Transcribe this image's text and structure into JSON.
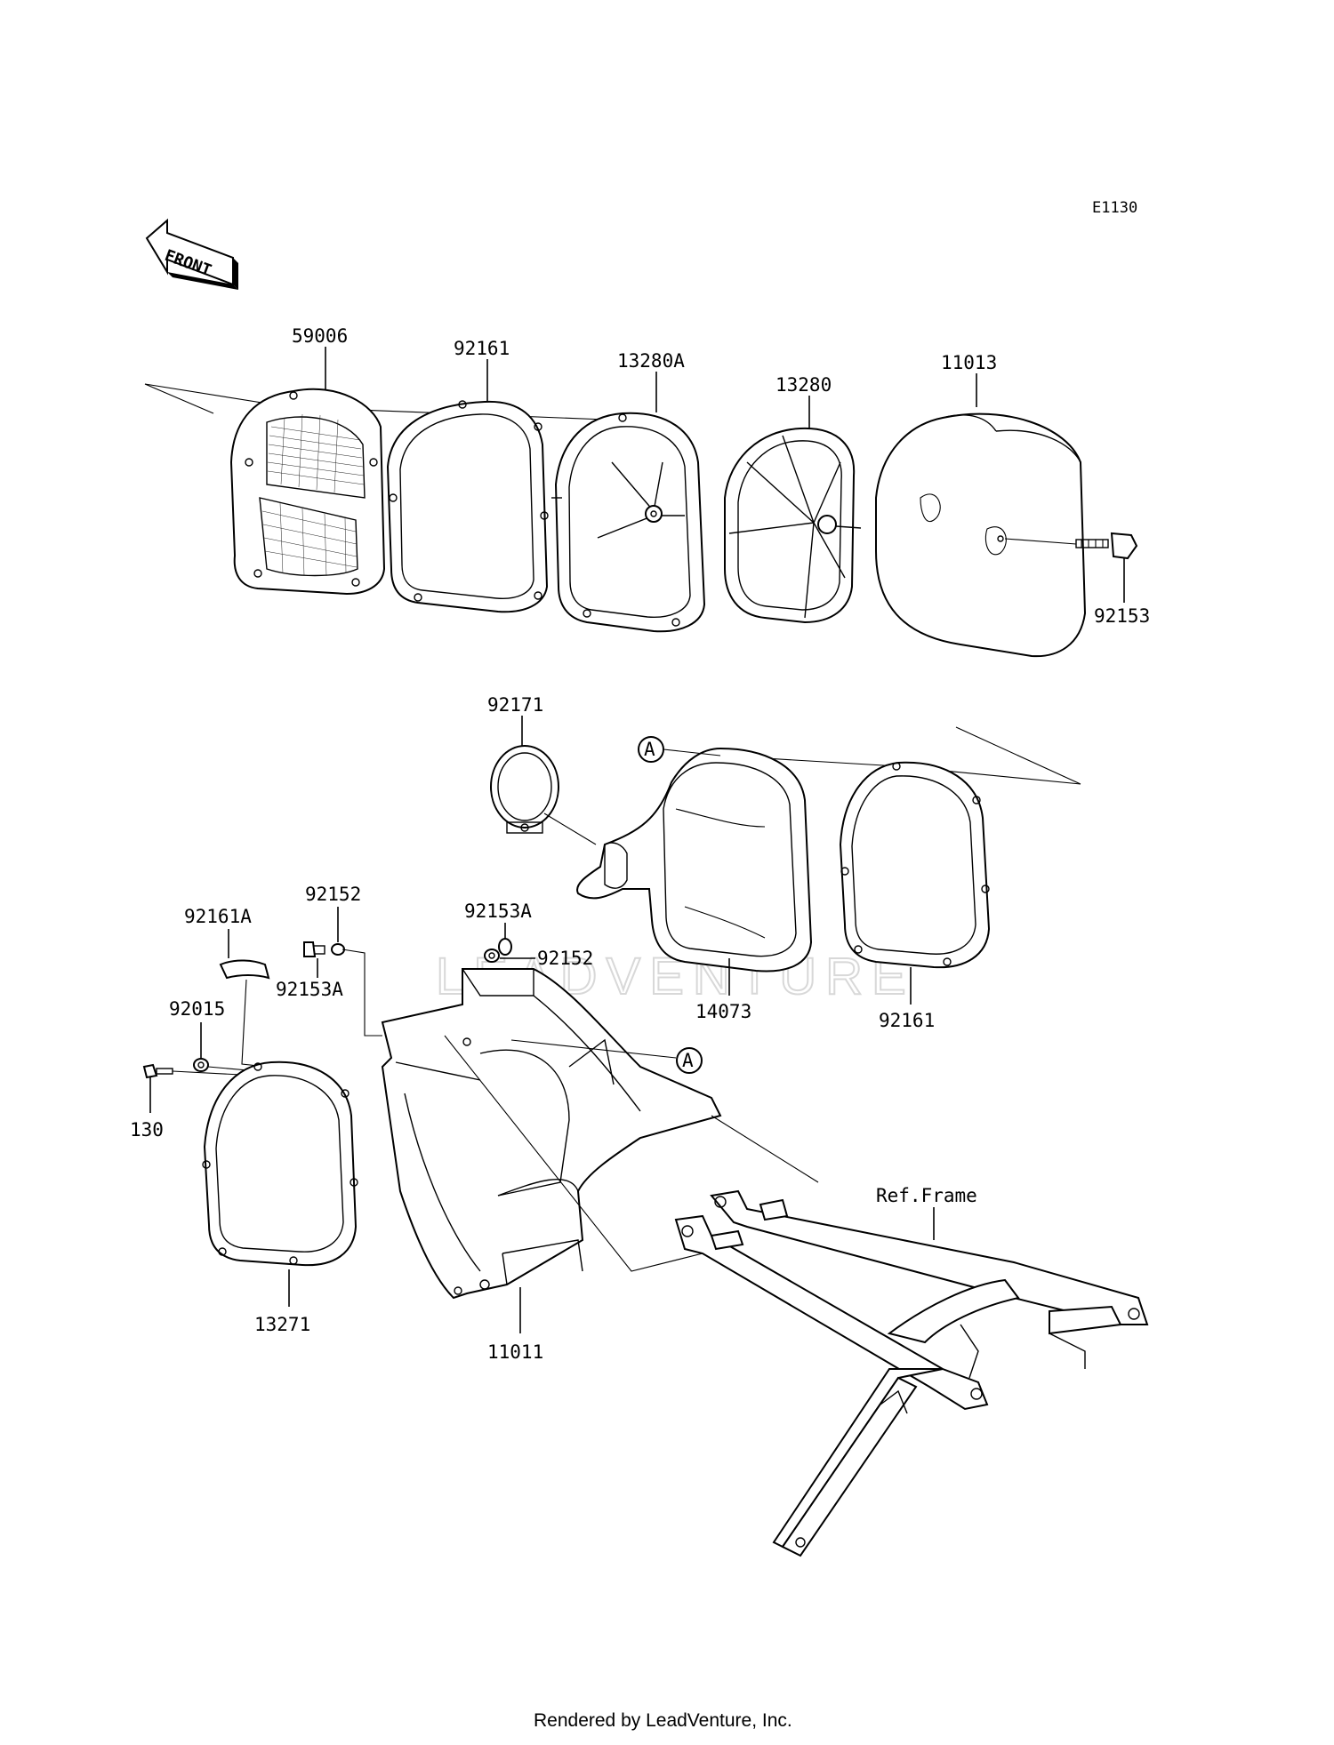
{
  "diagram_code": "E1130",
  "front_arrow": "FRONT",
  "watermark": "LEADVENTURE",
  "footer": "Rendered by LeadVenture, Inc.",
  "callout_marker": "A",
  "parts": {
    "p59006": "59006",
    "p92161_top": "92161",
    "p13280A": "13280A",
    "p13280": "13280",
    "p11013": "11013",
    "p92153": "92153",
    "p92171": "92171",
    "p14073": "14073",
    "p92161_mid": "92161",
    "p92152_left": "92152",
    "p92153A_left": "92153A",
    "p92161A": "92161A",
    "p92015": "92015",
    "p130": "130",
    "p13271": "13271",
    "p11011": "11011",
    "p92153A_right": "92153A",
    "p92152_right": "92152",
    "ref_frame": "Ref.Frame"
  }
}
